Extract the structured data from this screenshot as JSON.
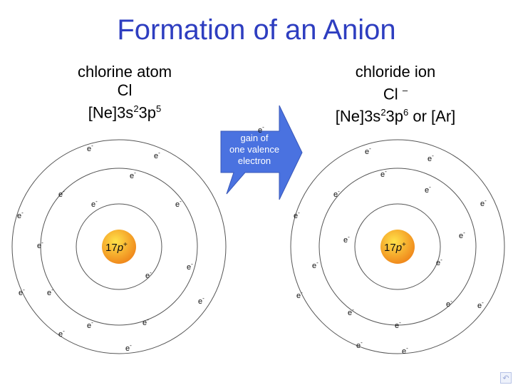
{
  "title": "Formation of an Anion",
  "left": {
    "name": "chlorine atom",
    "symbol": "Cl",
    "config_prefix": "[Ne]3s",
    "config_s": "2",
    "config_mid": "3p",
    "config_p": "5",
    "nucleus_charge": "17",
    "nucleus_p": "p",
    "nucleus_sup": "+"
  },
  "right": {
    "name": "chloride ion",
    "symbol": "Cl",
    "charge": "–",
    "config_prefix": "[Ne]3s",
    "config_s": "2",
    "config_mid": "3p",
    "config_p": "6",
    "config_suffix": " or [Ar]",
    "nucleus_charge": "17",
    "nucleus_p": "p",
    "nucleus_sup": "+"
  },
  "arrow": {
    "label_lines": [
      "gain of",
      "one valence",
      "electron"
    ]
  },
  "electron": {
    "base": "e",
    "sup": "-"
  },
  "colors": {
    "title": "#2e3ec0",
    "arrow_fill": "#4a72e0",
    "nucleus_inner": "#ffe24a",
    "nucleus_outer": "#f08a1c",
    "orbit": "#555555"
  },
  "icons": {
    "corner": "return-arrow-icon"
  }
}
